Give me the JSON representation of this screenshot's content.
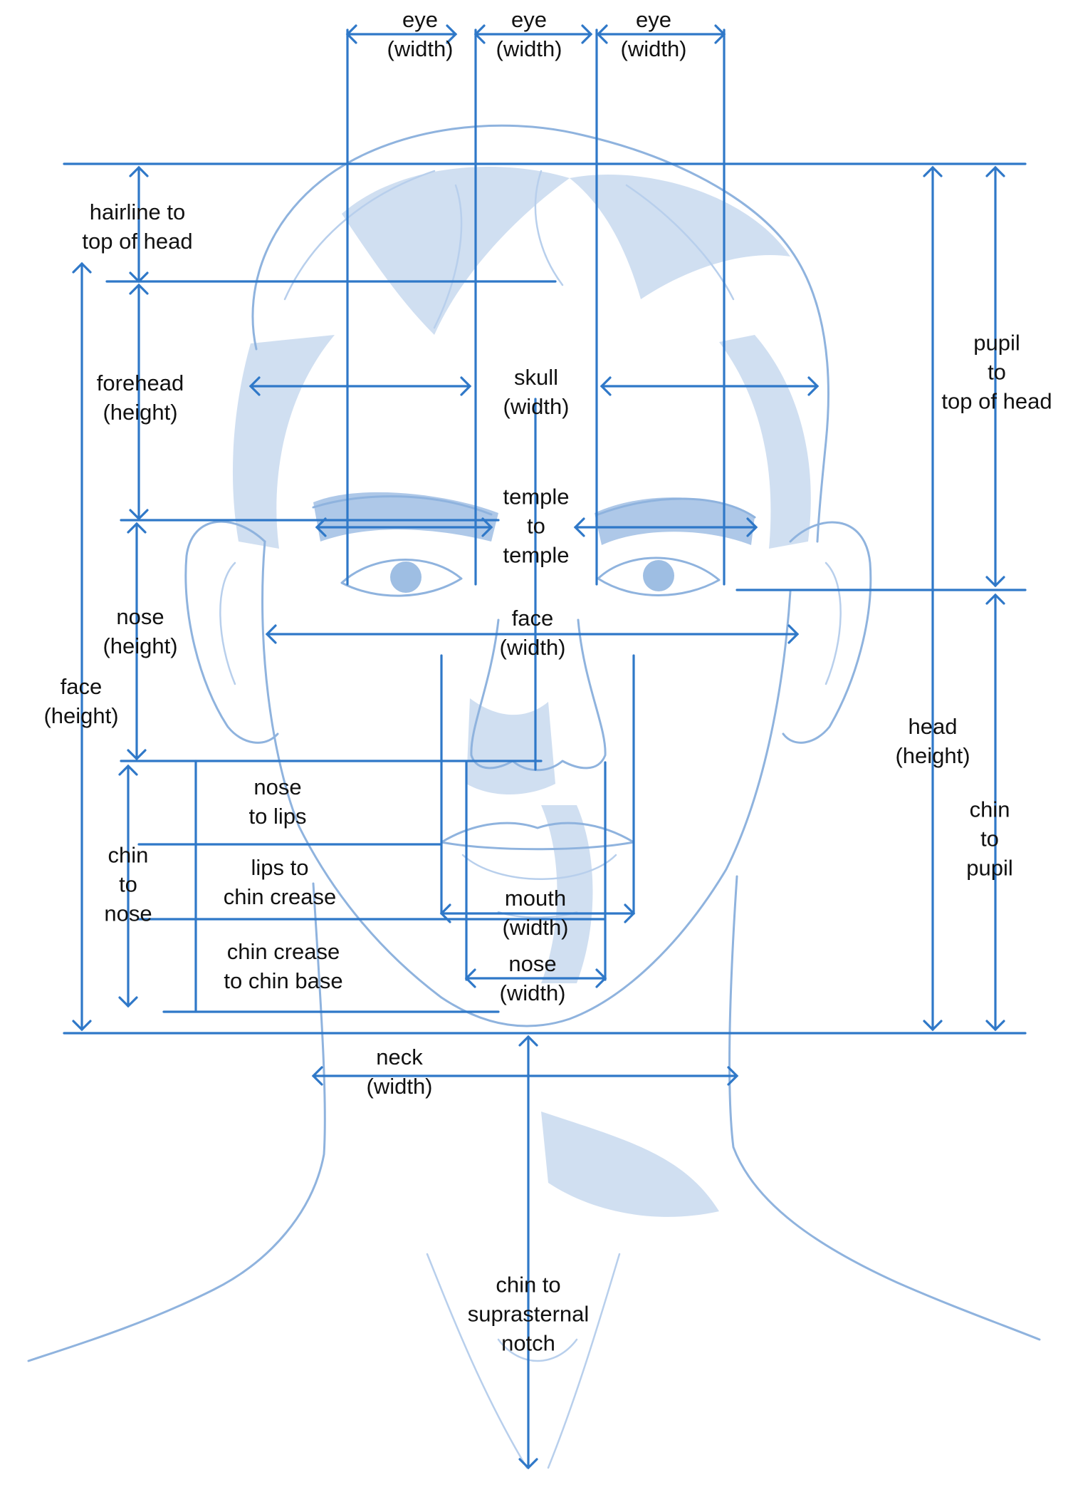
{
  "colors": {
    "guide_line": "#2f78c8",
    "sketch": "#8fb3de",
    "label_text": "#111111",
    "background": "#ffffff"
  },
  "illustration": "pencil-sketch-head-and-shoulders",
  "labels": {
    "eye_width_left": [
      "eye",
      "(width)"
    ],
    "eye_width_middle": [
      "eye",
      "(width)"
    ],
    "eye_width_right": [
      "eye",
      "(width)"
    ],
    "hairline_to_top": [
      "hairline to",
      "top of head"
    ],
    "forehead_height": [
      "forehead",
      "(height)"
    ],
    "skull_width": [
      "skull",
      "(width)"
    ],
    "temple_to_temple": [
      "temple",
      "to",
      "temple"
    ],
    "pupil_to_top": [
      "pupil",
      "to",
      "top of head"
    ],
    "nose_height": [
      "nose",
      "(height)"
    ],
    "face_width": [
      "face",
      "(width)"
    ],
    "face_height": [
      "face",
      "(height)"
    ],
    "head_height": [
      "head",
      "(height)"
    ],
    "nose_to_lips": [
      "nose",
      "to lips"
    ],
    "chin_to_pupil": [
      "chin",
      "to",
      "pupil"
    ],
    "chin_to_nose": [
      "chin",
      "to",
      "nose"
    ],
    "lips_to_chin_crease": [
      "lips to",
      "chin crease"
    ],
    "mouth_width": [
      "mouth",
      "(width)"
    ],
    "chin_crease_to_base": [
      "chin crease",
      "to chin base"
    ],
    "nose_width": [
      "nose",
      "(width)"
    ],
    "neck_width": [
      "neck",
      "(width)"
    ],
    "chin_to_suprasternal": [
      "chin to",
      "suprasternal",
      "notch"
    ]
  }
}
